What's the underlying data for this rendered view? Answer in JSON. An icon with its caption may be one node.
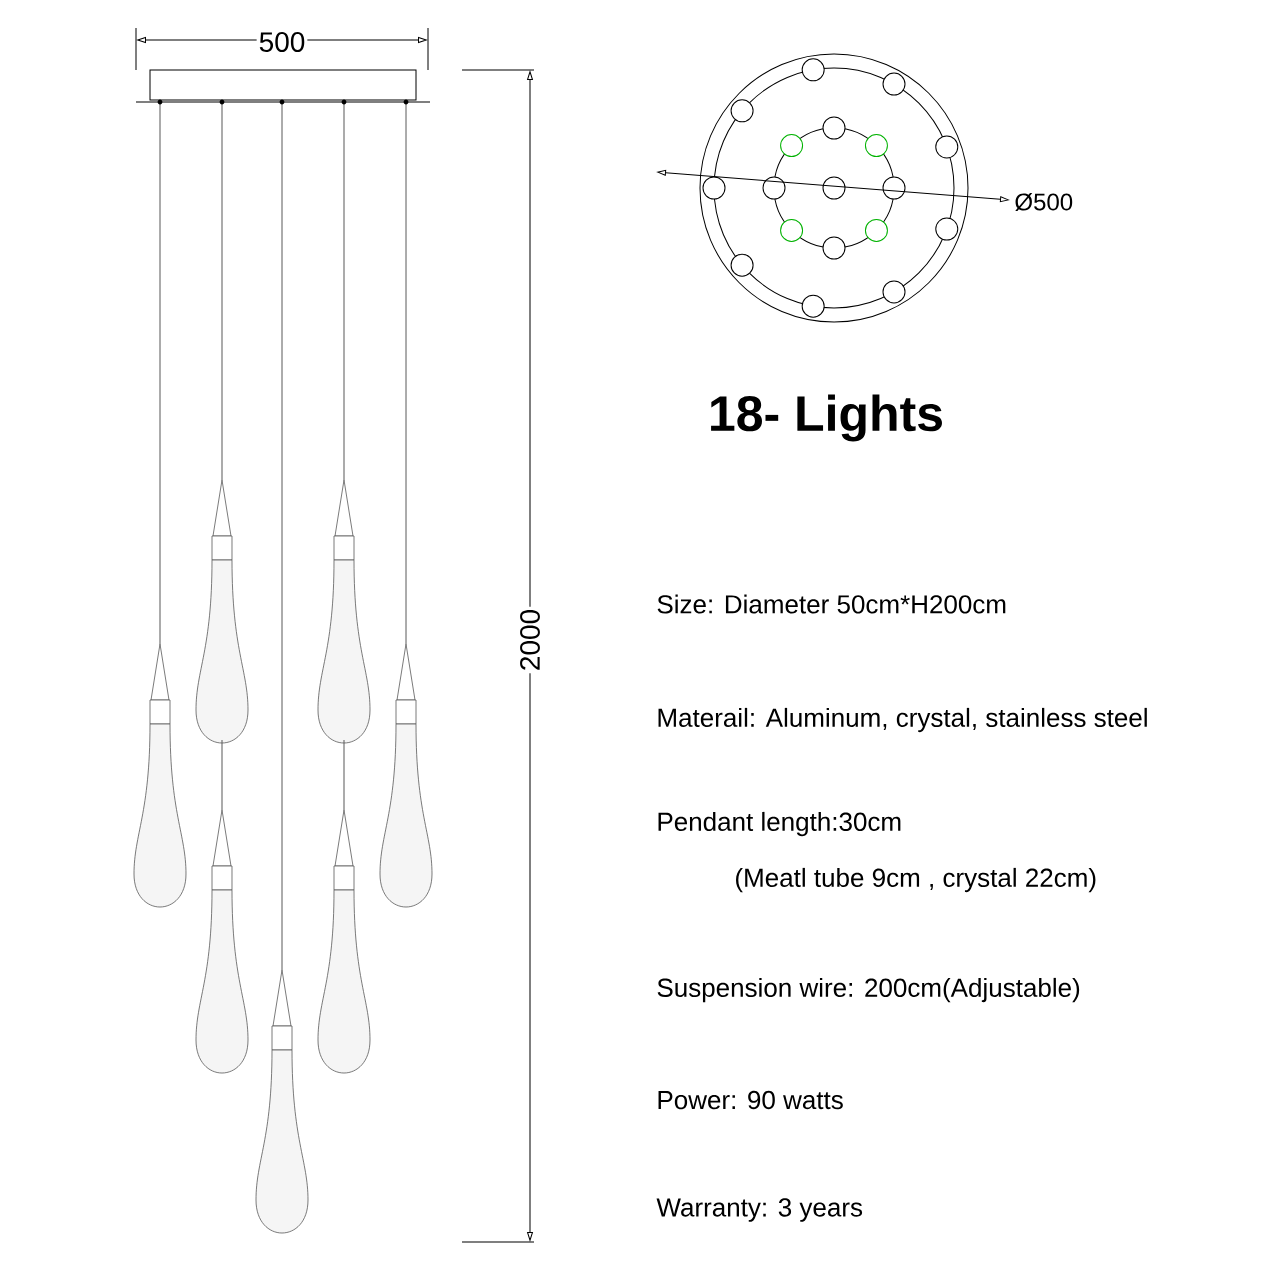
{
  "diagram": {
    "title": "18- Lights",
    "labels": [
      "500",
      "Ø500",
      "2000",
      "Size: Diameter 50cm*H200cm",
      "Materail: Aluminum, crystal, stainless steel",
      "Pendant length:30cm",
      "(Meatl tube 9cm  , crystal 22cm)",
      "Suspension wire: 200cm(Adjustable)",
      "Power: 90 watts",
      "Warranty: 3 years"
    ]
  }
}
